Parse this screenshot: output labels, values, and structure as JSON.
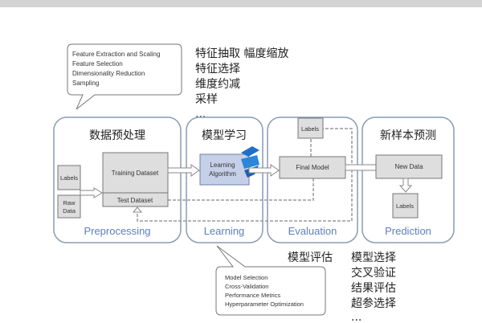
{
  "top_callout": {
    "lines": [
      "Feature Extraction and Scaling",
      "Feature Selection",
      "Dimensionality Reduction",
      "Sampling"
    ]
  },
  "top_cn_list": [
    "特征抽取 幅度缩放",
    "特征选择",
    "维度约减",
    "采样",
    "..."
  ],
  "panels": {
    "preprocessing": {
      "title_cn": "数据预处理",
      "label": "Preprocessing",
      "training": "Training Dataset",
      "test": "Test Dataset",
      "labels": "Labels",
      "raw_data": [
        "Raw",
        "Data"
      ]
    },
    "learning": {
      "title_cn": "模型学习",
      "label": "Learning",
      "algorithm": [
        "Learning",
        "Algorithm"
      ]
    },
    "evaluation": {
      "label": "Evaluation",
      "final_model": "Final Model",
      "labels": "Labels"
    },
    "prediction": {
      "title_cn": "新样本预测",
      "label": "Prediction",
      "new_data": "New Data",
      "labels": "Labels"
    }
  },
  "bottom_callout": {
    "lines": [
      "Model Selection",
      "Cross-Validation",
      "Performance Metrics",
      "Hyperparameter Optimization"
    ]
  },
  "eval_cn": "模型评估",
  "bottom_cn_list": [
    "模型选择",
    "交叉验证",
    "结果评估",
    "超参选择",
    "..."
  ],
  "colors": {
    "stage_label": "#5b7fbf",
    "algorithm_box": "#c5d0e8",
    "panel_border": "#8a9bb5"
  }
}
